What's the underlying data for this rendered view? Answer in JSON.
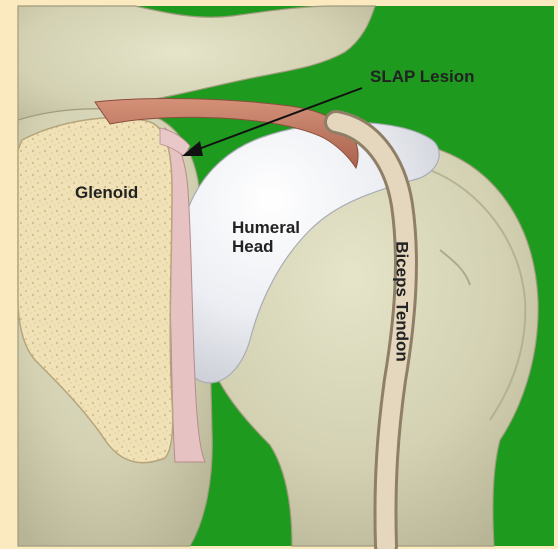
{
  "colors": {
    "frame": "#fbe9bf",
    "background": "#1e9a1e",
    "bone": "#d8d6b8",
    "glenoid_surface": "#f0e2b6",
    "cartilage": "#eef0f4",
    "labrum": "#e6c2c3",
    "lesion": "#c27a63",
    "tendon": "#d2c5aa"
  },
  "labels": {
    "glenoid": "Glenoid",
    "slap_lesion": "SLAP Lesion",
    "humeral_head_line1": "Humeral",
    "humeral_head_line2": "Head",
    "biceps_tendon": "Biceps Tendon"
  }
}
